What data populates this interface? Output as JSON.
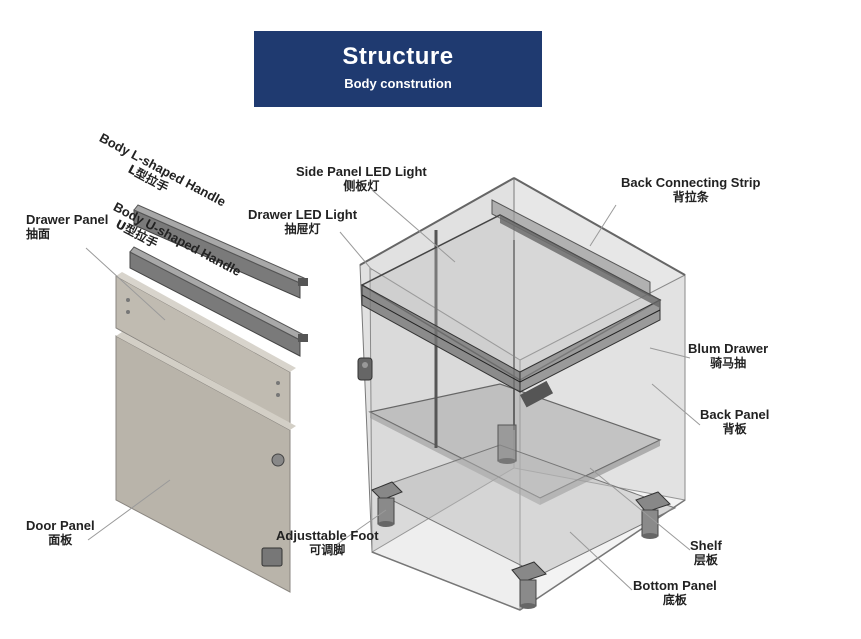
{
  "banner": {
    "title": "Structure",
    "subtitle": "Body constrution"
  },
  "labels": {
    "body_l_handle": {
      "en": "Body L-shaped Handle",
      "zh": "L型拉手"
    },
    "body_u_handle": {
      "en": "Body U-shaped Handle",
      "zh": "U型拉手"
    },
    "drawer_panel": {
      "en": "Drawer Panel",
      "zh": "抽面"
    },
    "side_led": {
      "en": "Side Panel LED Light",
      "zh": "侧板灯"
    },
    "drawer_led": {
      "en": "Drawer LED Light",
      "zh": "抽屉灯"
    },
    "back_strip": {
      "en": "Back Connecting Strip",
      "zh": "背拉条"
    },
    "blum_drawer": {
      "en": "Blum Drawer",
      "zh": "骑马抽"
    },
    "back_panel": {
      "en": "Back Panel",
      "zh": "背板"
    },
    "door_panel": {
      "en": "Door Panel",
      "zh": "面板"
    },
    "adj_foot": {
      "en": "Adjusttable Foot",
      "zh": "可调脚"
    },
    "shelf": {
      "en": "Shelf",
      "zh": "层板"
    },
    "bottom_panel": {
      "en": "Bottom Panel",
      "zh": "底板"
    }
  },
  "colors": {
    "banner": "#1f3a70",
    "door": "#b9b4aa",
    "glass": "#c7c7c7",
    "frame": "#6d6d6d",
    "leader": "#9a9a9a"
  }
}
